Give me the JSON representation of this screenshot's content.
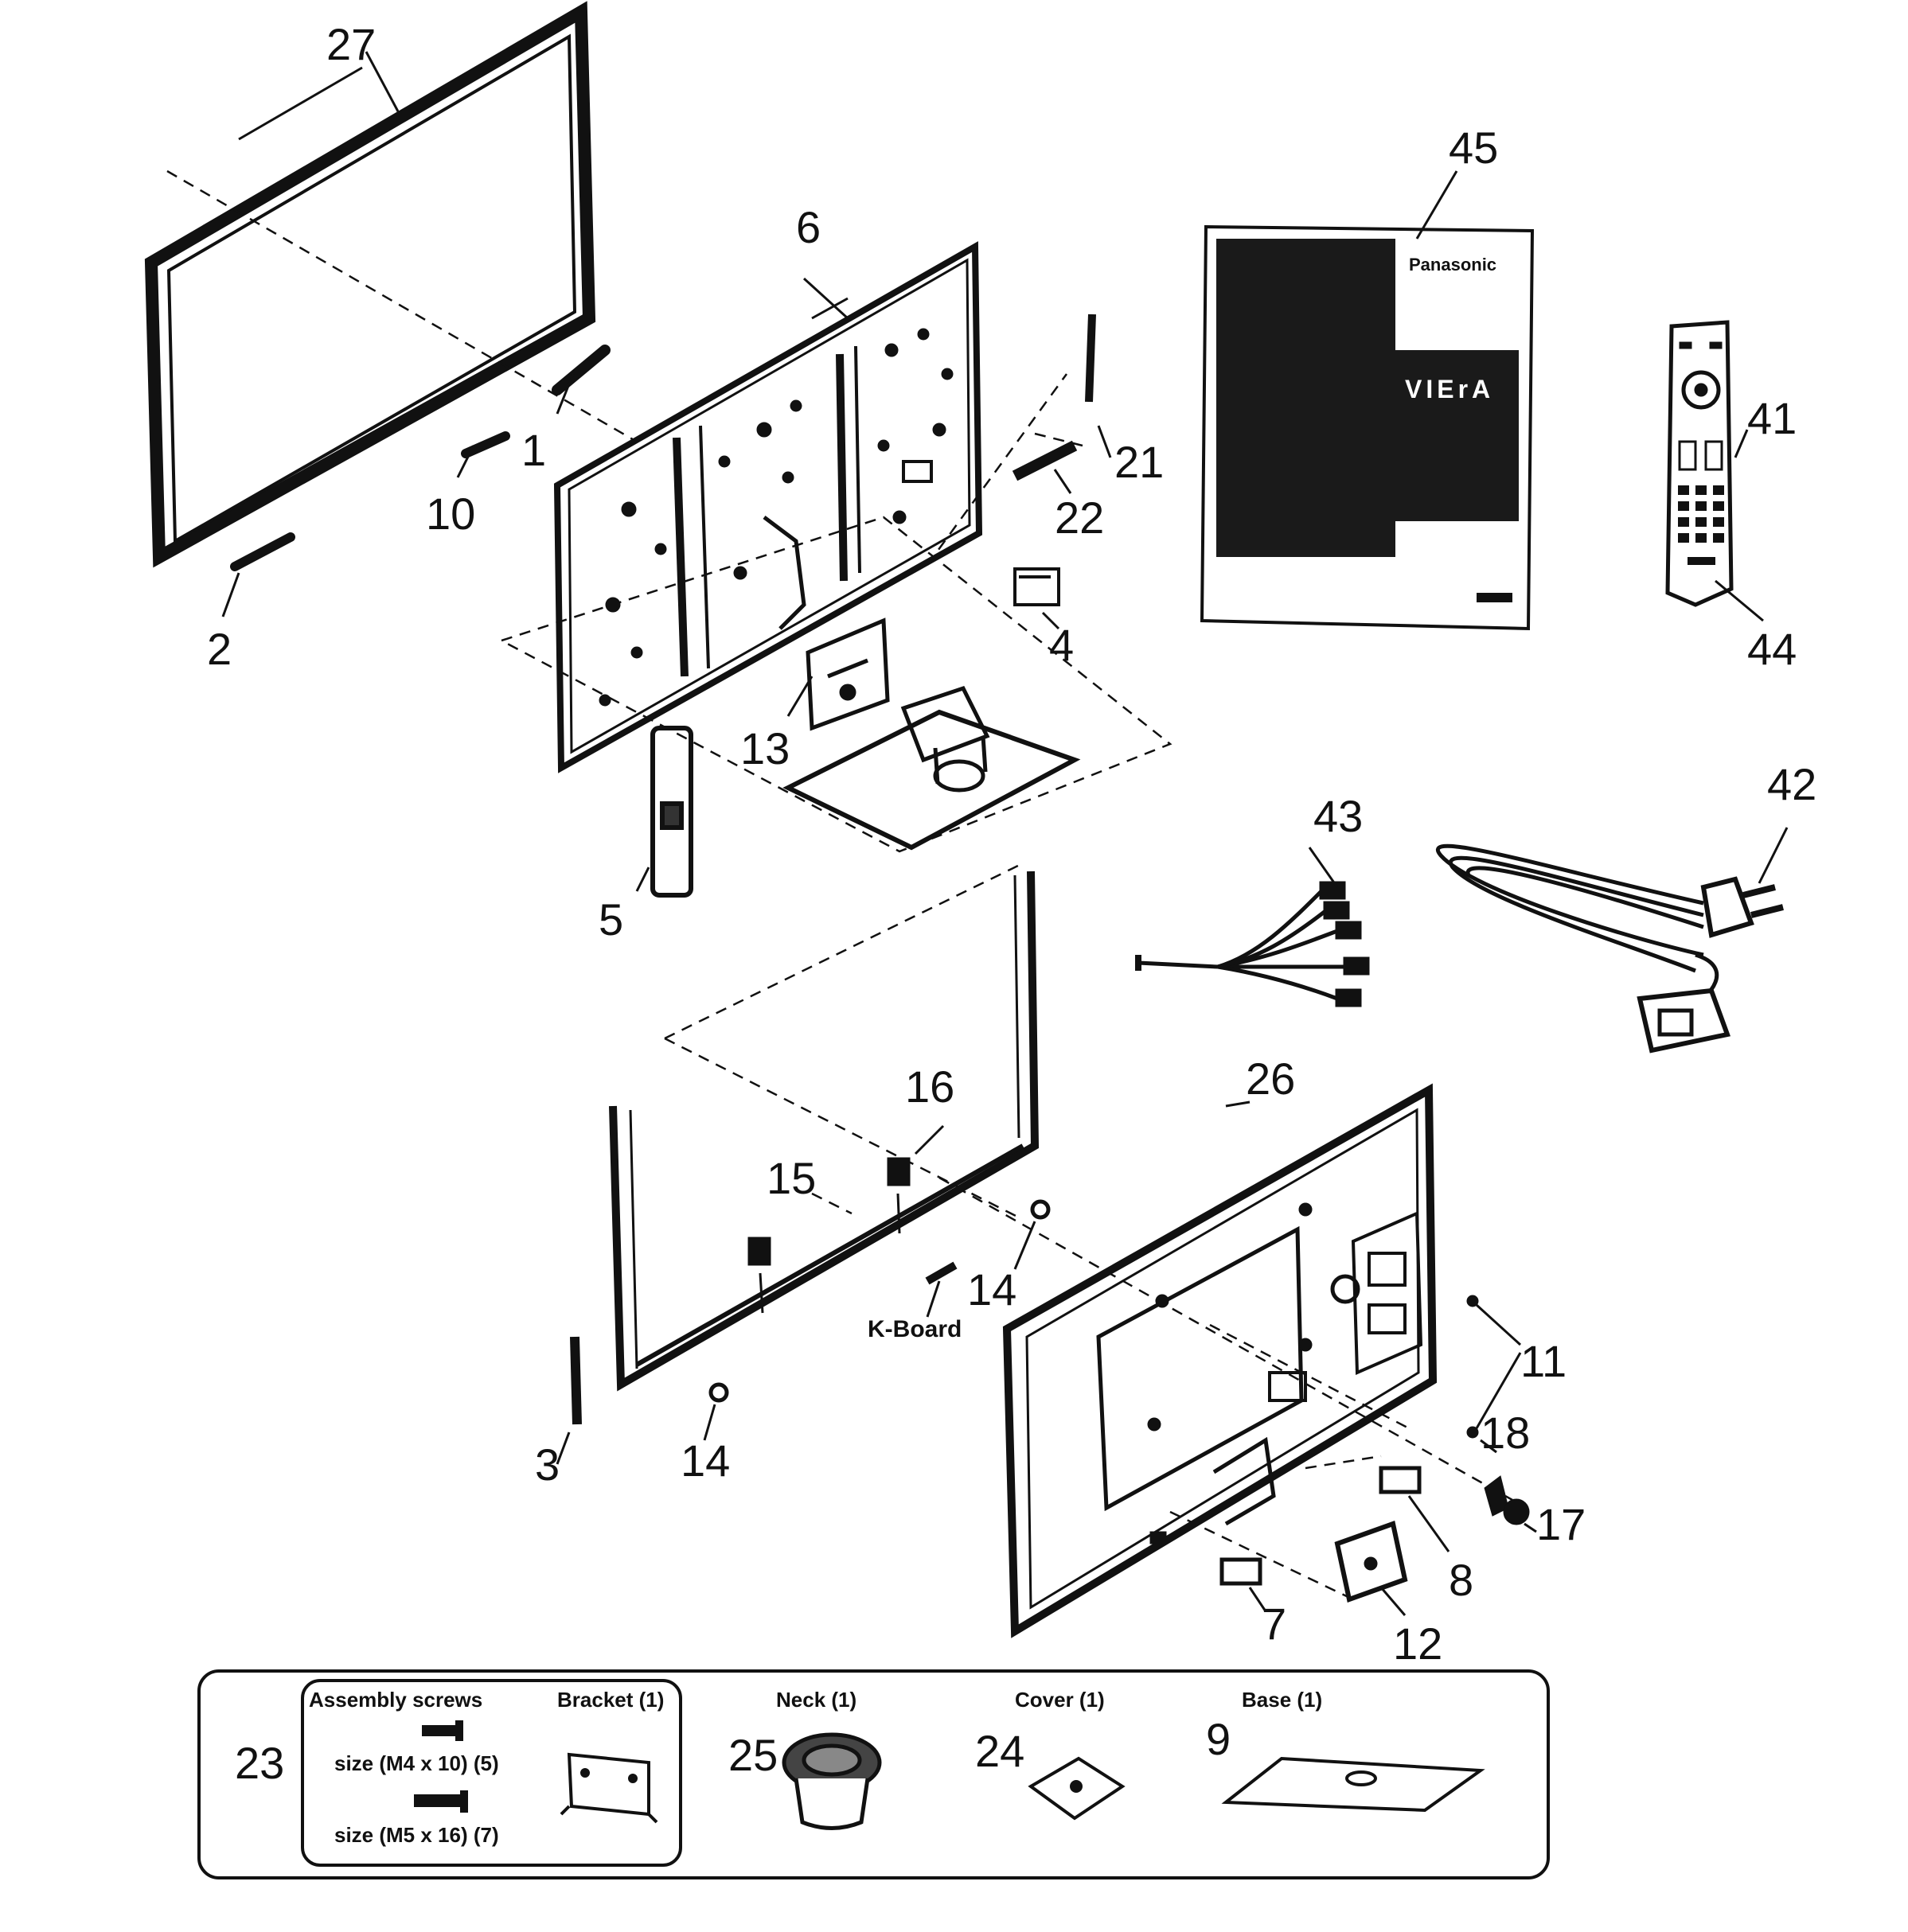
{
  "part_labels": {
    "p27": "27",
    "p6": "6",
    "p45": "45",
    "p41": "41",
    "p44": "44",
    "p1": "1",
    "p10": "10",
    "p2": "2",
    "p21": "21",
    "p22": "22",
    "p4": "4",
    "p13": "13",
    "p5": "5",
    "p43": "43",
    "p42": "42",
    "p16": "16",
    "p26": "26",
    "p15": "15",
    "p14a": "14",
    "p14b": "14",
    "p11": "11",
    "p18": "18",
    "p3": "3",
    "p17": "17",
    "p8": "8",
    "p7": "7",
    "p12": "12",
    "p23": "23",
    "p25": "25",
    "p24": "24",
    "p9": "9"
  },
  "k_board_label": "K-Board",
  "manual": {
    "brand": "Panasonic",
    "product": "VIErA"
  },
  "accessory_box": {
    "screws_title": "Assembly screws",
    "screw_m4": "size (M4 x 10) (5)",
    "screw_m5": "size (M5 x 16) (7)",
    "bracket_title": "Bracket (1)",
    "neck_title": "Neck (1)",
    "cover_title": "Cover (1)",
    "base_title": "Base (1)"
  }
}
